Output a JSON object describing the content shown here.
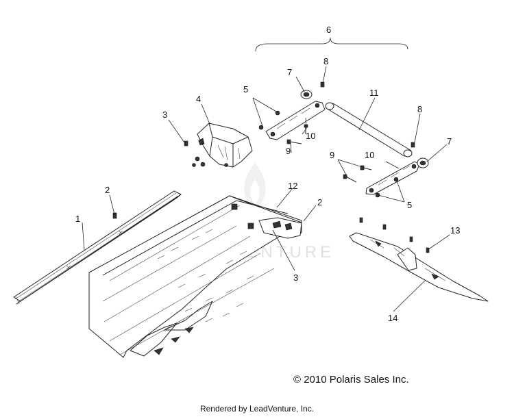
{
  "callouts": {
    "c1": "1",
    "c2a": "2",
    "c2b": "2",
    "c3a": "3",
    "c3b": "3",
    "c4": "4",
    "c5a": "5",
    "c5b": "5",
    "c6": "6",
    "c7a": "7",
    "c7b": "7",
    "c8a": "8",
    "c8b": "8",
    "c9a": "9",
    "c9b": "9",
    "c10a": "10",
    "c10b": "10",
    "c11": "11",
    "c12": "12",
    "c13": "13",
    "c14": "14"
  },
  "watermark": "LEADVENTURE",
  "copyright": "© 2010 Polaris Sales Inc.",
  "rendered_by": "Rendered by LeadVenture, Inc."
}
